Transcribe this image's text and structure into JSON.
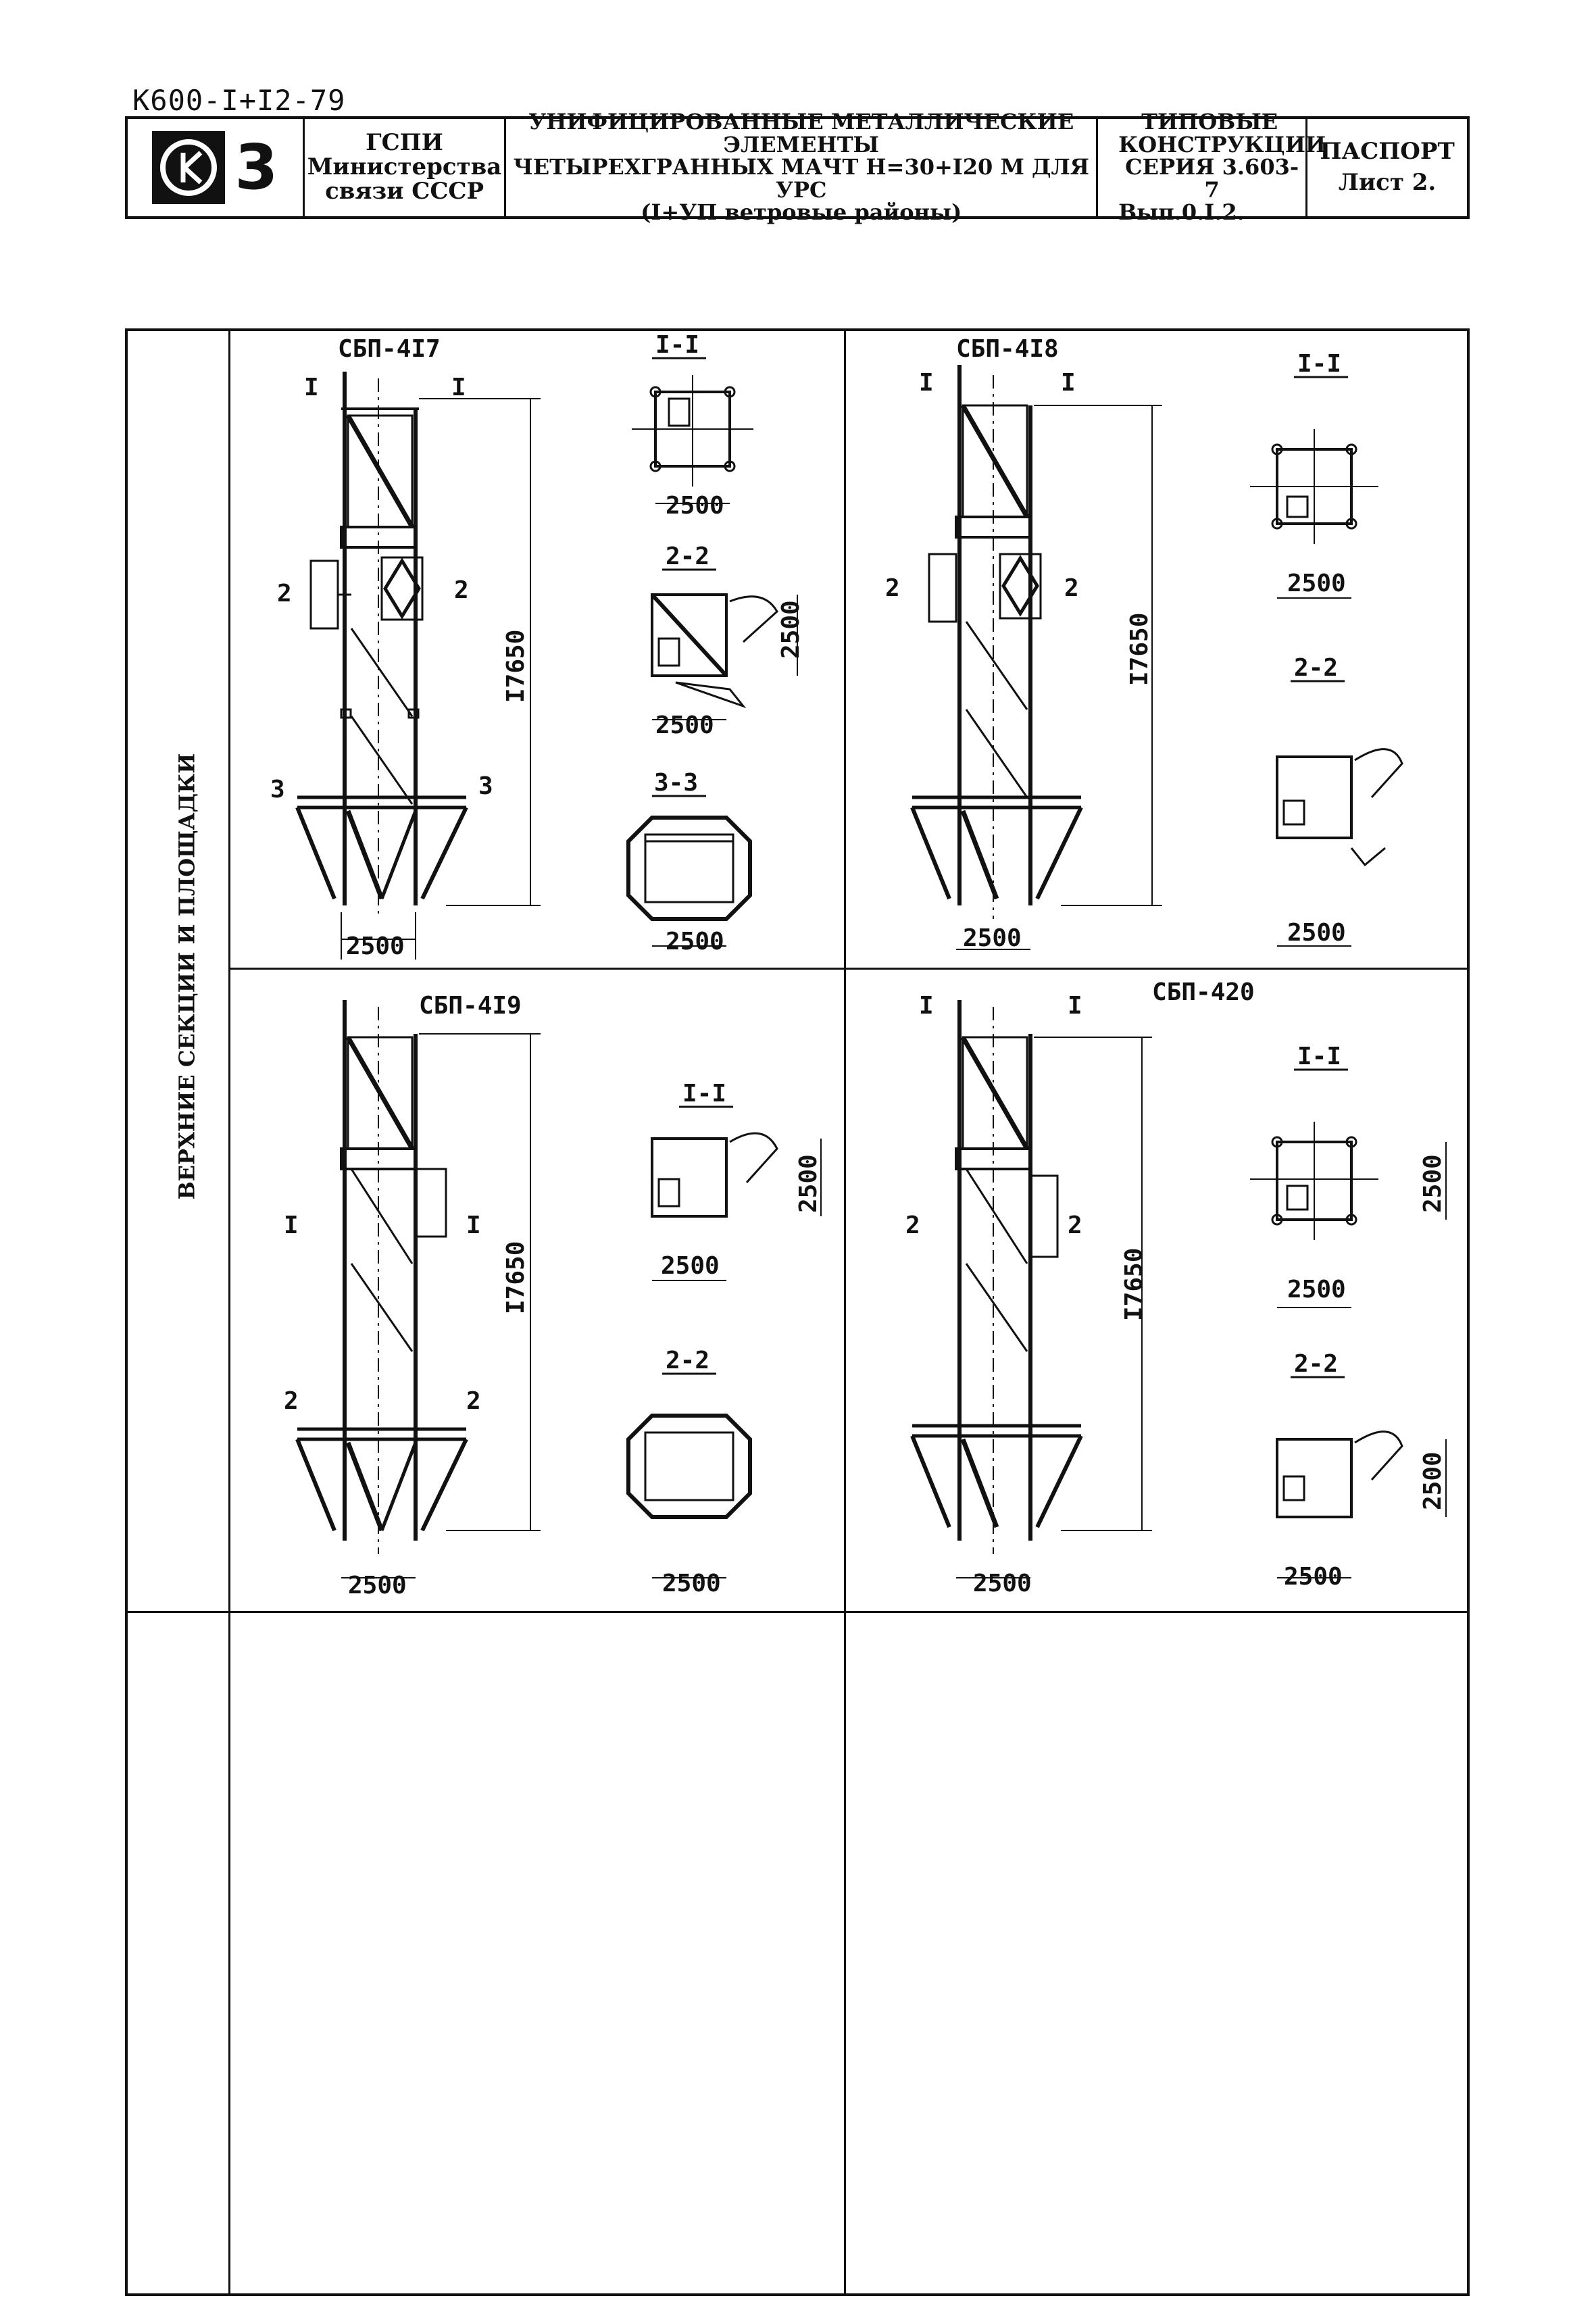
{
  "doc_code": "К600-I+I2-79",
  "stamp": {
    "logo_number": "3",
    "org_line1": "ГСПИ",
    "org_line2": "Министерства",
    "org_line3": "связи СССР",
    "title_line1": "УНИФИЦИРОВАННЫЕ МЕТАЛЛИЧЕСКИЕ ЭЛЕМЕНТЫ",
    "title_line2": "ЧЕТЫРЕХГРАННЫХ МАЧТ Н=30+I20 М ДЛЯ УРС",
    "title_line3": "(I+УП ветровые районы)",
    "series_line1": "ТИПОВЫЕ",
    "series_line2": "КОНСТРУКЦИИ",
    "series_line3": "СЕРИЯ 3.603-7",
    "series_line4": "Вып.0.I.2.",
    "doc_type": "ПАСПОРТ",
    "sheet": "Лист 2."
  },
  "sidebar_label": "ВЕРХНИЕ СЕКЦИИ И ПЛОЩАДКИ",
  "panels": [
    {
      "name": "СБП-4I7",
      "height": "I7650",
      "base_width": "2500",
      "cut_mark_1": "I",
      "cut_mark_2": "2",
      "cut_mark_3": "3",
      "section_1": "I-I",
      "section_1_dim": "2500",
      "section_2": "2-2",
      "section_2_dim_w": "2500",
      "section_2_dim_h": "2500",
      "section_3": "3-3",
      "section_3_dim": "2500"
    },
    {
      "name": "СБП-4I8",
      "height": "I7650",
      "base_width": "2500",
      "cut_mark_1": "I",
      "cut_mark_2": "2",
      "section_1": "I-I",
      "section_1_dim": "2500",
      "section_2": "2-2",
      "section_2_dim": "2500"
    },
    {
      "name": "СБП-4I9",
      "height": "I7650",
      "base_width": "2500",
      "cut_mark_1": "I",
      "cut_mark_2": "2",
      "section_1": "I-I",
      "section_1_dim_w": "2500",
      "section_1_dim_h": "2500",
      "section_2": "2-2",
      "section_2_dim": "2500"
    },
    {
      "name": "СБП-420",
      "height": "I7650",
      "base_width": "2500",
      "cut_mark_1": "I",
      "cut_mark_2": "2",
      "section_1": "I-I",
      "section_1_dim_w": "2500",
      "section_1_dim_h": "2500",
      "section_2": "2-2",
      "section_2_dim_w": "2500",
      "section_2_dim_h": "2500"
    }
  ]
}
